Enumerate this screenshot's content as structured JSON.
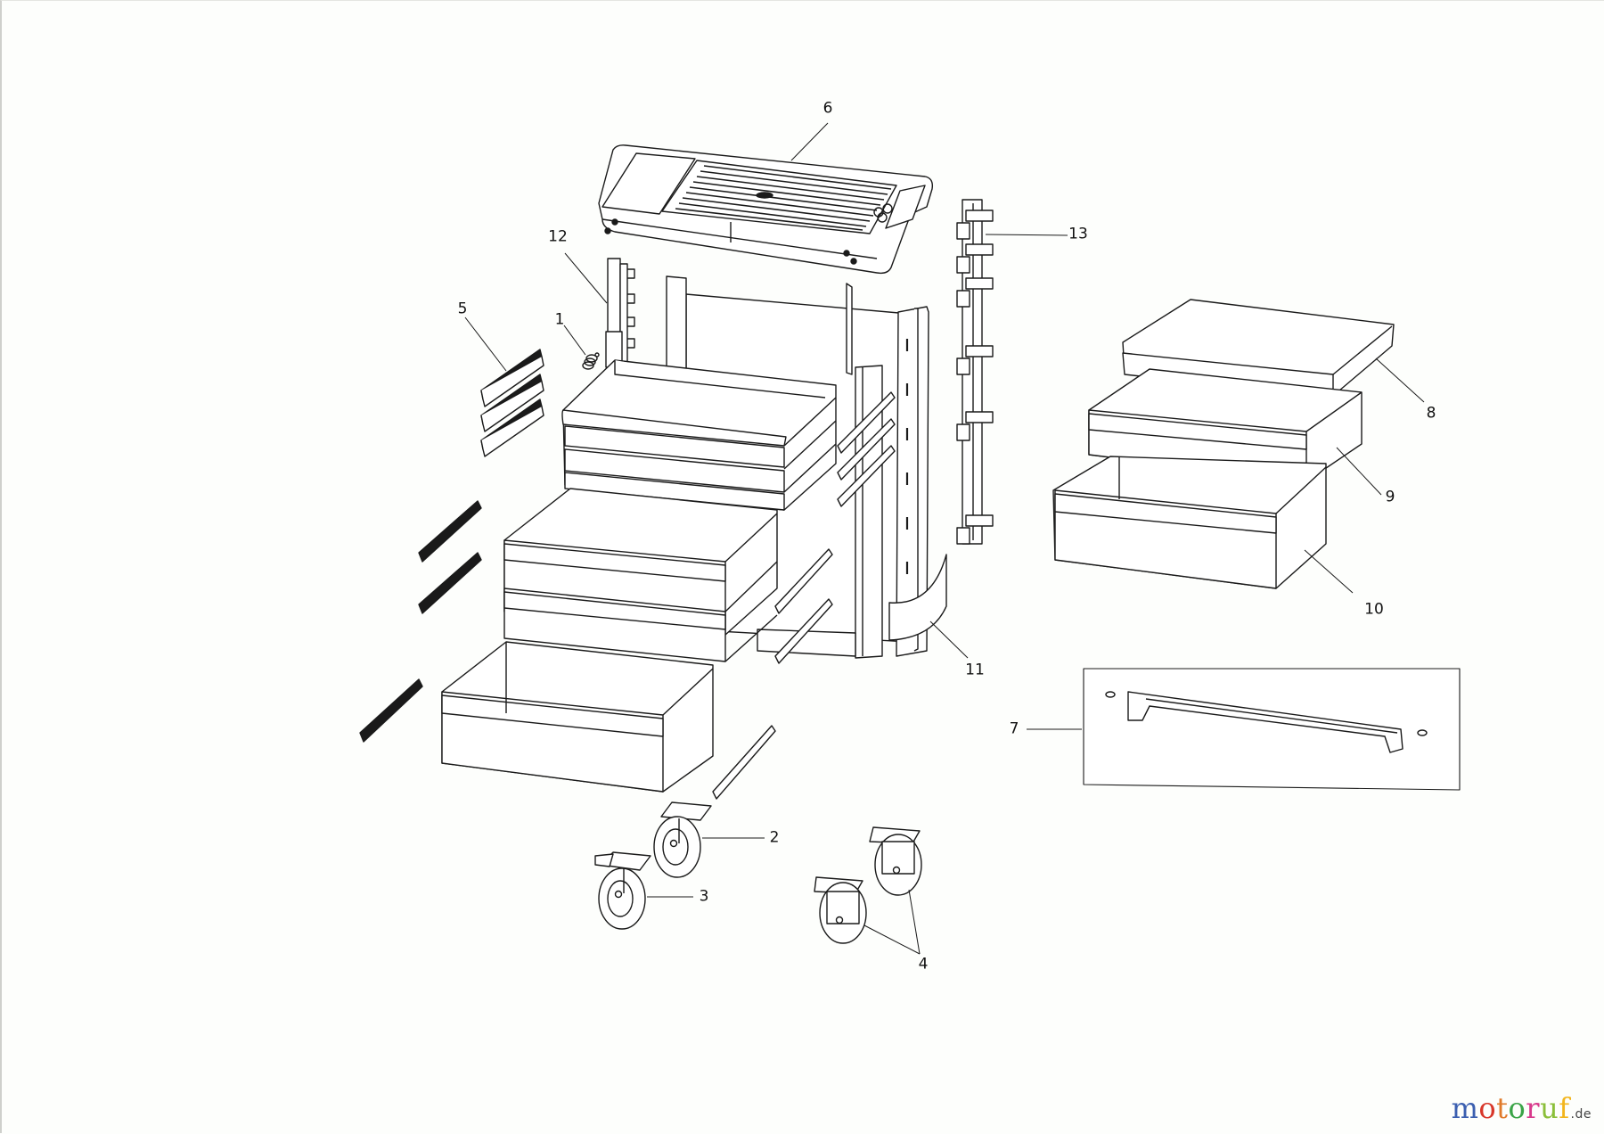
{
  "diagram": {
    "type": "exploded-parts-diagram",
    "subject": "tool trolley / workshop cart with drawers",
    "callouts": [
      {
        "id": "1",
        "label": "1",
        "part": "spring / lock component"
      },
      {
        "id": "2",
        "label": "2",
        "part": "swivel castor"
      },
      {
        "id": "3",
        "label": "3",
        "part": "swivel castor with brake"
      },
      {
        "id": "4",
        "label": "4",
        "part": "fixed castors (2x)"
      },
      {
        "id": "5",
        "label": "5",
        "part": "drawer slide rails (small)"
      },
      {
        "id": "6",
        "label": "6",
        "part": "top tray / work surface"
      },
      {
        "id": "7",
        "label": "7",
        "part": "drawer handle kit with screws"
      },
      {
        "id": "8",
        "label": "8",
        "part": "shallow drawer"
      },
      {
        "id": "9",
        "label": "9",
        "part": "medium drawer"
      },
      {
        "id": "10",
        "label": "10",
        "part": "deep drawer"
      },
      {
        "id": "11",
        "label": "11",
        "part": "side cover panel"
      },
      {
        "id": "12",
        "label": "12",
        "part": "left locking bar"
      },
      {
        "id": "13",
        "label": "13",
        "part": "right locking bar"
      }
    ]
  },
  "watermark": {
    "letters": [
      {
        "ch": "m",
        "color": "#3b5fb0"
      },
      {
        "ch": "o",
        "color": "#d8372a"
      },
      {
        "ch": "t",
        "color": "#e07a2a"
      },
      {
        "ch": "o",
        "color": "#3aa447"
      },
      {
        "ch": "r",
        "color": "#d83a8c"
      },
      {
        "ch": "u",
        "color": "#8bbf3a"
      },
      {
        "ch": "f",
        "color": "#f2b51c"
      }
    ],
    "word": "motoruf",
    "suffix": ".de"
  }
}
